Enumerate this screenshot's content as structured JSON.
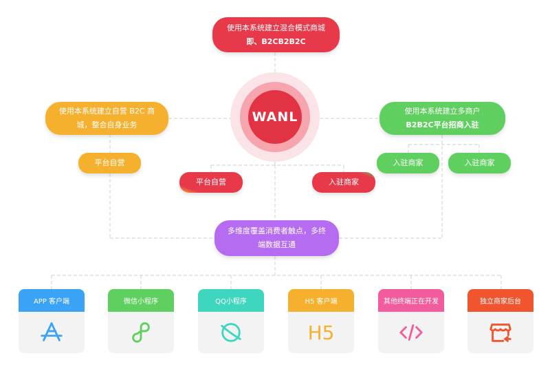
{
  "top": {
    "line1": "使用本系统建立混合模式商城",
    "line2": "即、B2CB2B2C"
  },
  "hub": {
    "logo": "WANL"
  },
  "left": {
    "line1": "使用本系统建立自营 B2C 商",
    "line2": "城，整合自身业务",
    "sub": "平台自营"
  },
  "right": {
    "line1": "使用本系统建立多商户",
    "line2": "B2B2C平台招商入驻",
    "sub_a": "入驻商家",
    "sub_b": "入驻商家"
  },
  "center_left": "平台自营",
  "center_right": "入驻商家",
  "middle": {
    "line1": "多维度覆盖消费者触点，多终",
    "line2": "端数据互通"
  },
  "terminals": [
    {
      "label": "APP 客户端",
      "color": "#3ba3f5",
      "icon": "app-store-icon"
    },
    {
      "label": "微信小程序",
      "color": "#5fcf5f",
      "icon": "mini-program-icon"
    },
    {
      "label": "QQ小程序",
      "color": "#3fd6c0",
      "icon": "planet-icon"
    },
    {
      "label": "H5 客户端",
      "color": "#f5b02e",
      "icon": "h5-icon",
      "icon_text": "H5"
    },
    {
      "label": "其他终端正在开发",
      "color": "#f25b9c",
      "icon": "code-icon"
    },
    {
      "label": "独立商家后台",
      "color": "#f0552f",
      "icon": "shop-icon"
    }
  ]
}
